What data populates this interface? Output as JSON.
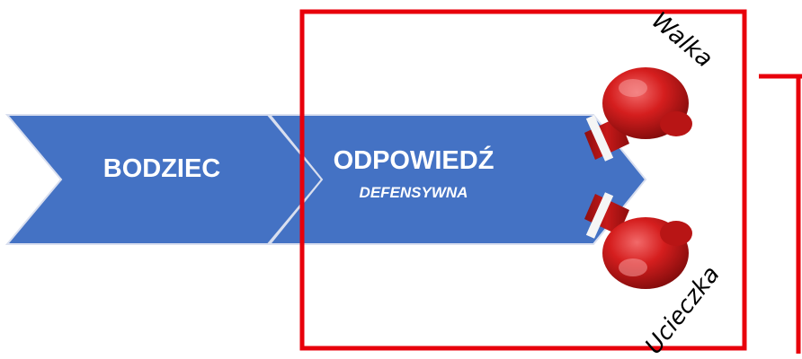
{
  "diagram": {
    "stimulus": "BODZIEC",
    "response_title": "ODPOWIEDŹ",
    "response_subtitle": "DEFENSYWNA",
    "option_fight": "Walka",
    "option_flight": "Ucieczka"
  },
  "colors": {
    "chevron_fill": "#4472C4",
    "chevron_edge": "#D9DFEF",
    "frame_red": "#E8000B",
    "glove_red": "#D51E1E",
    "glove_dark": "#8E0E0E",
    "glove_highlight": "#F26A6A"
  },
  "icons": {
    "top_glove": "boxing-glove-icon",
    "bottom_glove": "boxing-glove-icon"
  }
}
